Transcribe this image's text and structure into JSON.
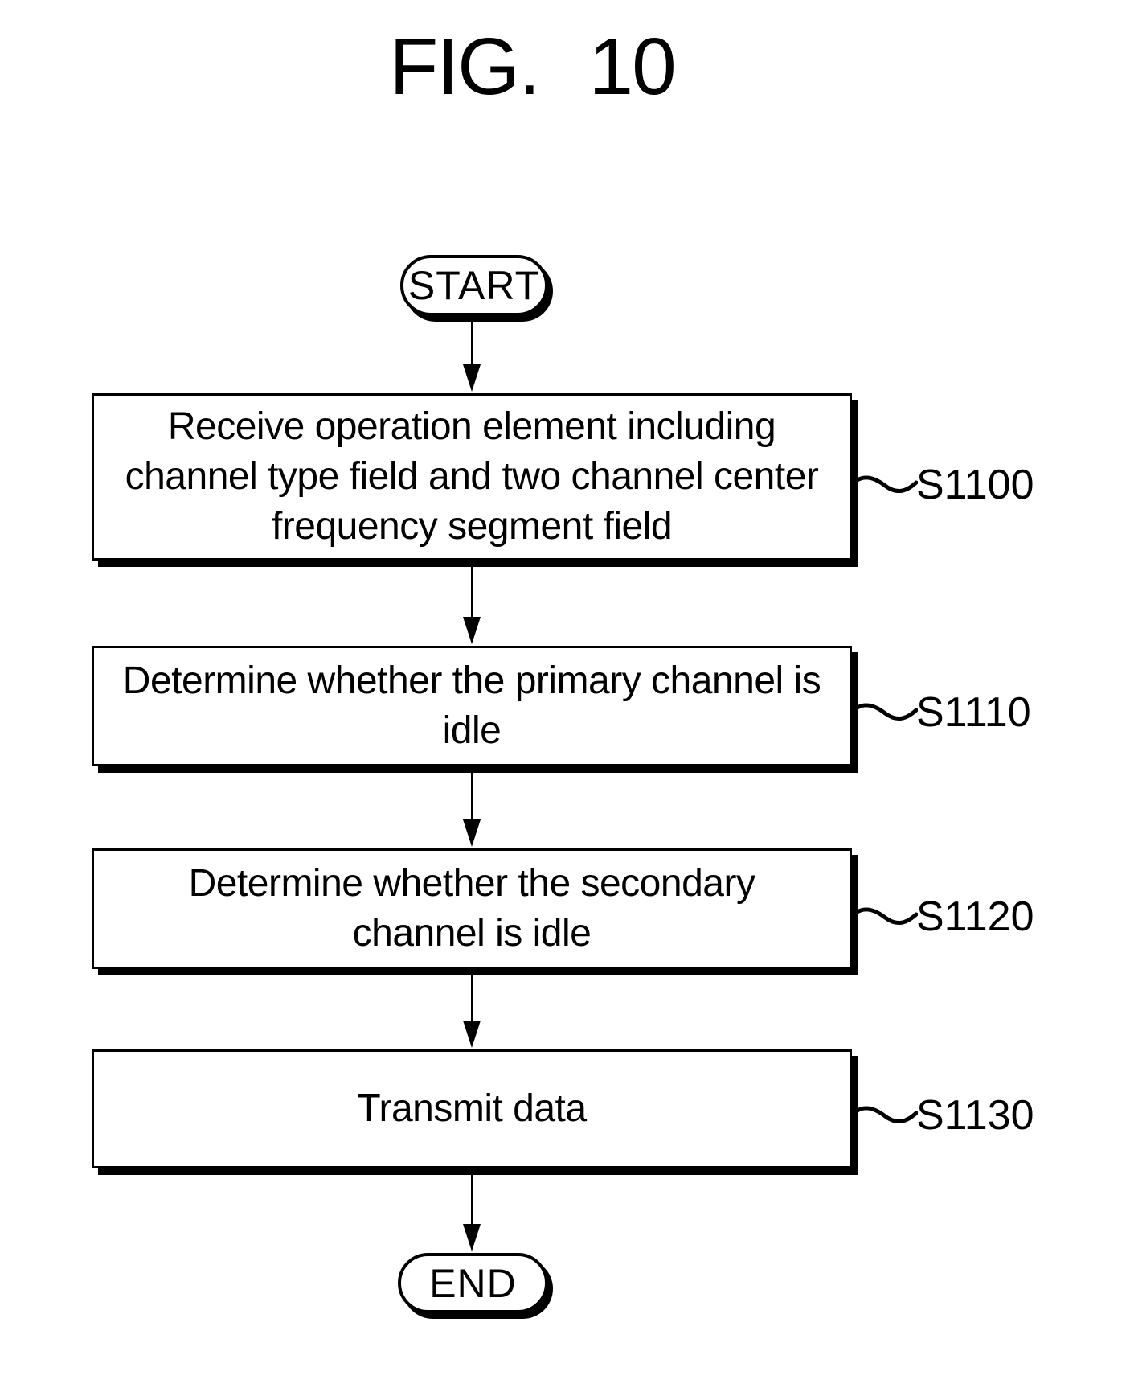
{
  "figure": {
    "title": "FIG. 10"
  },
  "flowchart": {
    "start_label": "START",
    "end_label": "END",
    "steps": [
      {
        "text": "Receive operation element including channel type field and two channel center frequency segment field",
        "ref": "S1100"
      },
      {
        "text": "Determine whether the primary channel is idle",
        "ref": "S1110"
      },
      {
        "text": "Determine whether the secondary channel is idle",
        "ref": "S1120"
      },
      {
        "text": "Transmit data",
        "ref": "S1130"
      }
    ]
  },
  "colors": {
    "ink": "#000000",
    "background": "#ffffff"
  }
}
